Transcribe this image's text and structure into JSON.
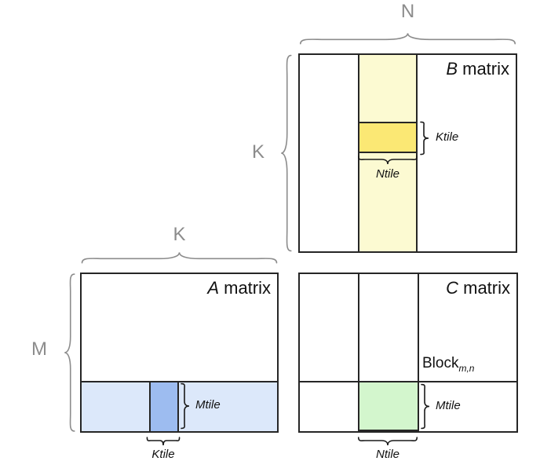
{
  "diagram": {
    "dims": {
      "n": "N",
      "k_over_a": "K",
      "k_side_b": "K",
      "m": "M"
    },
    "b_matrix": {
      "name_prefix": "B",
      "name_suffix": " matrix",
      "ktile_label": "Ktile",
      "ntile_label": "Ntile"
    },
    "a_matrix": {
      "name_prefix": "A",
      "name_suffix": " matrix",
      "mtile_label": "Mtile",
      "ktile_label": "Ktile"
    },
    "c_matrix": {
      "name_prefix": "C",
      "name_suffix": " matrix",
      "block_label": "Block",
      "block_subscript": "m,n",
      "mtile_label": "Mtile",
      "ntile_label": "Ntile"
    },
    "colors": {
      "b_band": "#FCFAD2",
      "b_tile": "#FBE874",
      "a_band": "#DCE8FA",
      "a_tile": "#9DBCF0",
      "c_tile": "#D3F6CD",
      "line": "#262626",
      "dim_gray": "#8C8C8C"
    }
  }
}
